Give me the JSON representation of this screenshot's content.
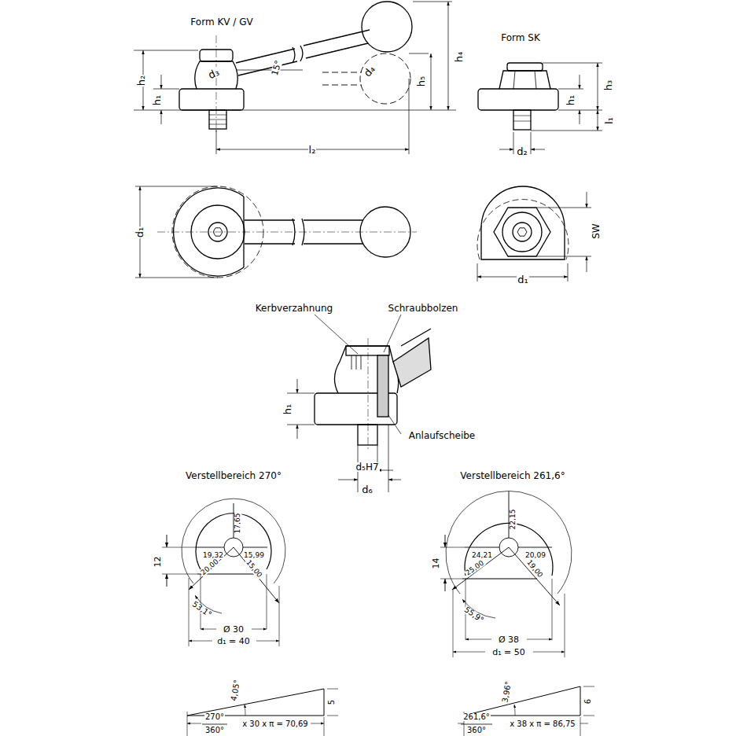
{
  "diagram": {
    "labels": [
      "Form KV / GV",
      "h₂",
      "h₁",
      "d₃",
      "15°",
      "d₄",
      "h₅",
      "h₄",
      "l₂",
      "Form SK",
      "h₁",
      "h₃",
      "l₁",
      "d₂",
      "d₁",
      "SW",
      "d₁",
      "Kerbverzahnung",
      "Schraubbolzen",
      "h₁",
      "Anlaufscheibe",
      "d₅H7",
      "d₆",
      "Verstellbereich 270°",
      "17,65",
      "19,32",
      "15,99",
      "20,00",
      "15,00",
      "12",
      "53,1°",
      "Ø 30",
      "d₁ = 40",
      "Verstellbereich 261,6°",
      "22,15",
      "24,21",
      "20,09",
      "25,00",
      "19,00",
      "14",
      "55,9°",
      "Ø 38",
      "d₁ = 50",
      "4,05°",
      "5",
      "270°",
      "360°",
      "x 30 x π = 70,69",
      "3,96°",
      "6",
      "261,6°",
      "360°",
      "x 38 x π = 86,75"
    ]
  }
}
